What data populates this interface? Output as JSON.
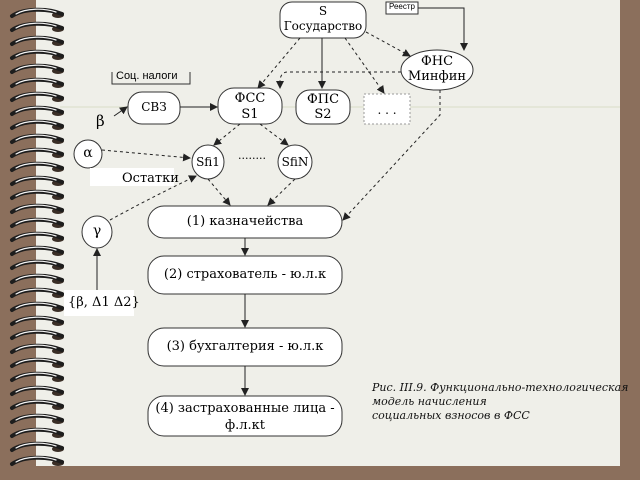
{
  "diagram": {
    "top": {
      "line1": "S",
      "line2": "Государство"
    },
    "registry": "Реестр",
    "fns": {
      "line1": "ФНС",
      "line2": "Минфин"
    },
    "soc_taxes": "Соц. налоги",
    "svz": "СВЗ",
    "fss": {
      "line1": "ФСС",
      "line2": "S1"
    },
    "fps": {
      "line1": "ФПС",
      "line2": "S2"
    },
    "ellipsis": ". . .",
    "beta": "β",
    "alpha": "α",
    "gamma": "γ",
    "sfi1": "Sfi1",
    "sfin": "SfiN",
    "dots": "........",
    "ostatki": "Остатки",
    "params": "{β, Δ1 Δ2}",
    "step1": "(1) казначейства",
    "step2": "(2) страхователь - ю.л.к",
    "step3": "(3) бухгалтерия - ю.л.к",
    "step4_line1": "(4) застрахованные лица -",
    "step4_line2": "ф.л.кt"
  },
  "caption": {
    "line1": "Рис. III.9. Функционально-технологическая",
    "line2": "модель начисления",
    "line3": "социальных взносов в ФСС"
  },
  "colors": {
    "background": "#8b6f5c",
    "paper": "#efefe9",
    "node_fill": "#ffffff",
    "stroke": "#333333",
    "guide_line": "#d8dcc8"
  }
}
